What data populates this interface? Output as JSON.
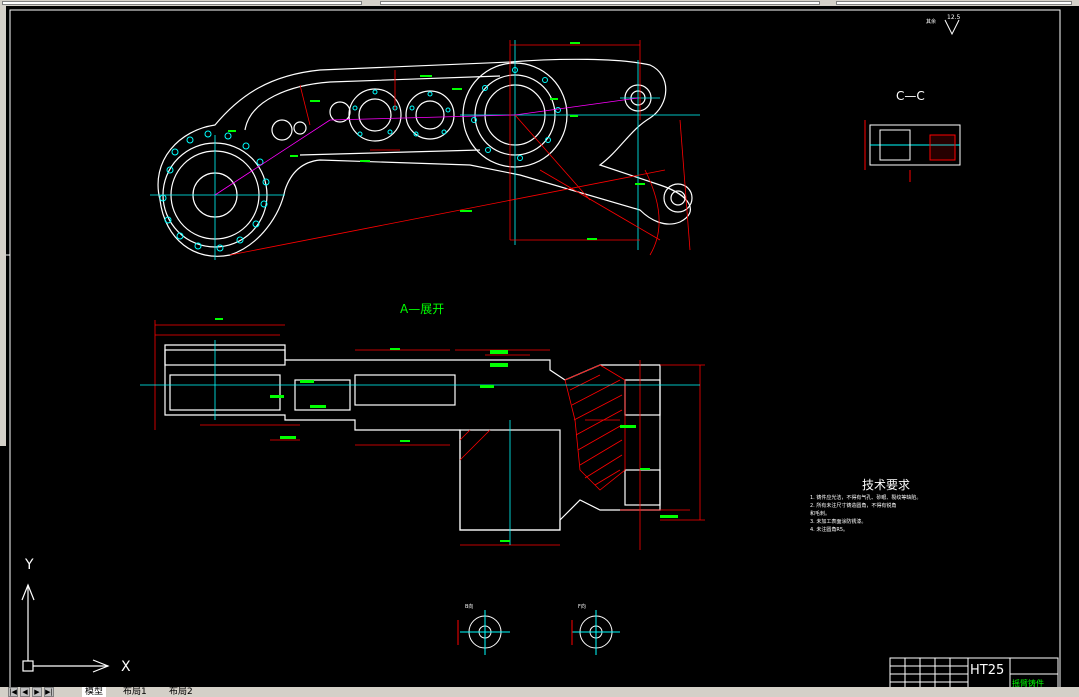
{
  "drawing": {
    "section_cc": "C—C",
    "section_a": "A—展开",
    "tech_title": "技术要求",
    "tech_notes": [
      "1. 铸件应光洁，不得有气孔、砂眼、裂纹等缺陷。",
      "2. 所有未注尺寸铸造圆角，不得有锐角",
      "   和毛刺。",
      "3. 未加工表面涂防锈漆。",
      "4. 未注圆角R5。"
    ],
    "roughness_note": "其余",
    "roughness_value": "12.5",
    "material": "HT25",
    "title_block_name": "摇臂铸件",
    "view_b": "B向",
    "view_f": "F向"
  },
  "ucs": {
    "x_label": "X",
    "y_label": "Y"
  },
  "layout_tabs": [
    {
      "label": "模型",
      "active": true
    },
    {
      "label": "布局1",
      "active": false
    },
    {
      "label": "布局2",
      "active": false
    }
  ],
  "colors": {
    "background": "#000000",
    "outline": "#ffffff",
    "dims": "#ff0000",
    "center": "#00ffff",
    "text": "#00ff00"
  }
}
